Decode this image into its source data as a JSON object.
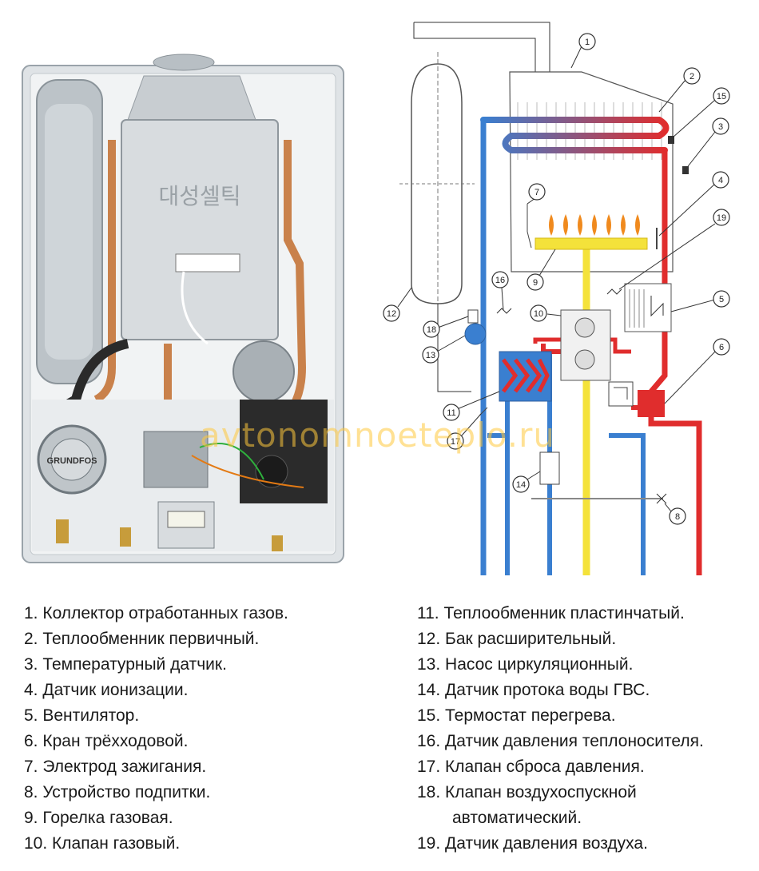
{
  "photo": {
    "pump_brand": "GRUNDFOS",
    "korean_brand": "대성셀틱"
  },
  "watermark": "avtonomnoeteplo.ru",
  "colors": {
    "cold": "#3a7fd0",
    "hot": "#e02d2d",
    "gas": "#f4e23a",
    "flame": "#f08a1e"
  },
  "callouts": [
    "1",
    "2",
    "3",
    "4",
    "5",
    "6",
    "7",
    "8",
    "9",
    "10",
    "11",
    "12",
    "13",
    "14",
    "15",
    "16",
    "17",
    "18",
    "19"
  ],
  "legend_left": [
    {
      "num": "1.",
      "text": "Коллектор отработанных газов."
    },
    {
      "num": "2.",
      "text": "Теплообменник первичный."
    },
    {
      "num": "3.",
      "text": "Температурный датчик."
    },
    {
      "num": "4.",
      "text": "Датчик ионизации."
    },
    {
      "num": "5.",
      "text": "Вентилятор."
    },
    {
      "num": "6.",
      "text": "Кран трёхходовой."
    },
    {
      "num": "7.",
      "text": "Электрод зажигания."
    },
    {
      "num": "8.",
      "text": "Устройство подпитки."
    },
    {
      "num": "9.",
      "text": "Горелка газовая."
    },
    {
      "num": "10.",
      "text": "Клапан газовый."
    }
  ],
  "legend_right": [
    {
      "num": "11.",
      "text": "Теплообменник пластинчатый."
    },
    {
      "num": "12.",
      "text": "Бак расширительный."
    },
    {
      "num": "13.",
      "text": "Насос циркуляционный."
    },
    {
      "num": "14.",
      "text": "Датчик протока воды ГВС."
    },
    {
      "num": "15.",
      "text": "Термостат перегрева."
    },
    {
      "num": "16.",
      "text": "Датчик давления теплоносителя."
    },
    {
      "num": "17.",
      "text": "Клапан сброса давления."
    },
    {
      "num": "18.",
      "text": "Клапан воздухоспускной",
      "cont": "автоматический."
    },
    {
      "num": "19.",
      "text": "Датчик давления воздуха."
    }
  ]
}
